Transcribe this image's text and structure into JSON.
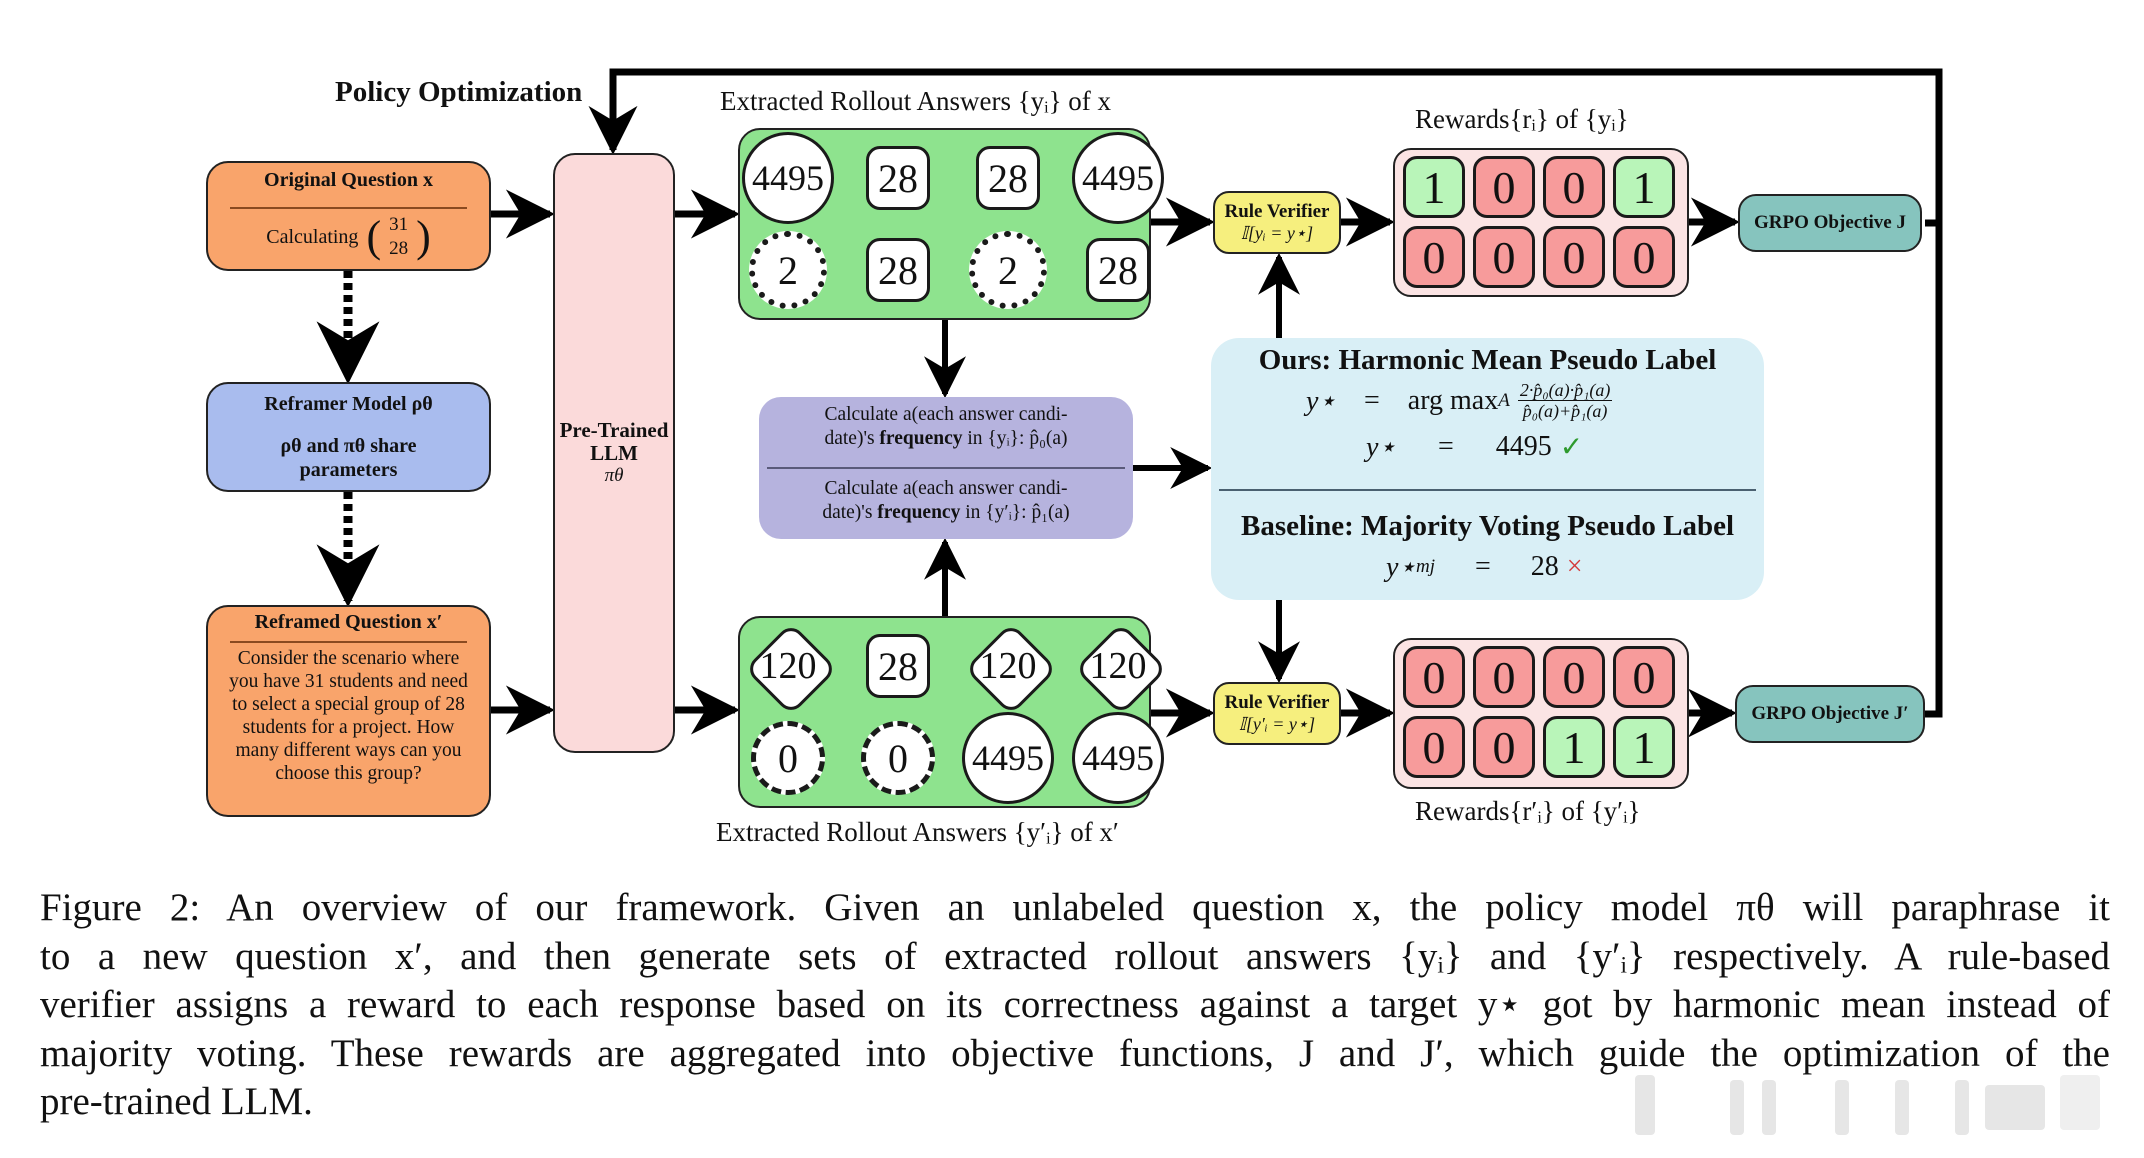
{
  "title": "Policy Optimization",
  "original_question": {
    "title": "Original Question x",
    "body": "Calculating",
    "binom_top": "31",
    "binom_bottom": "28"
  },
  "reframer": {
    "title": "Reframer Model ρθ",
    "body": "ρθ and πθ share parameters"
  },
  "reframed_question": {
    "title": "Reframed Question x′",
    "body": "Consider the scenario where you have 31 students and need to select a special group of 28 students for a project. How many different ways can you choose this group?"
  },
  "llm": {
    "line1": "Pre-Trained",
    "line2": "LLM",
    "symbol": "πθ"
  },
  "rollouts_top": {
    "label": "Extracted Rollout Answers {yᵢ} of x",
    "answers": [
      {
        "value": "4495",
        "shape": "circle"
      },
      {
        "value": "28",
        "shape": "square"
      },
      {
        "value": "28",
        "shape": "square"
      },
      {
        "value": "4495",
        "shape": "circle"
      },
      {
        "value": "2",
        "shape": "star"
      },
      {
        "value": "28",
        "shape": "square"
      },
      {
        "value": "2",
        "shape": "star"
      },
      {
        "value": "28",
        "shape": "square"
      }
    ]
  },
  "rollouts_bottom": {
    "label": "Extracted Rollout Answers {y′ᵢ} of x′",
    "answers": [
      {
        "value": "120",
        "shape": "diamond"
      },
      {
        "value": "28",
        "shape": "square"
      },
      {
        "value": "120",
        "shape": "diamond"
      },
      {
        "value": "120",
        "shape": "diamond"
      },
      {
        "value": "0",
        "shape": "gear"
      },
      {
        "value": "0",
        "shape": "gear"
      },
      {
        "value": "4495",
        "shape": "circle"
      },
      {
        "value": "4495",
        "shape": "circle"
      }
    ]
  },
  "frequency": {
    "top": "Calculate a(each answer candidate)'s frequency in {yᵢ}: p̂₀(a)",
    "top_l1": "Calculate a(each answer candi-",
    "top_l2a": "date)'s ",
    "top_l2b": "frequency",
    "top_l2c": " in {yᵢ}: p̂₀(a)",
    "bot_l1": "Calculate a(each answer candi-",
    "bot_l2a": "date)'s ",
    "bot_l2b": "frequency",
    "bot_l2c": " in {y′ᵢ}: p̂₁(a)"
  },
  "pseudo_label": {
    "ours_title": "Ours: Harmonic Mean Pseudo Label",
    "formula_lhs": "y⋆",
    "formula_eq": "=",
    "formula_rhs": "arg max",
    "formula_sub": "A",
    "formula_num": "2·p̂₀(a)·p̂₁(a)",
    "formula_den": "p̂₀(a)+p̂₁(a)",
    "result_lhs": "y⋆",
    "result_eq": "=",
    "result_value": "4495",
    "result_mark": "✓",
    "baseline_title": "Baseline: Majority Voting Pseudo Label",
    "baseline_lhs": "y⋆",
    "baseline_sub": "mj",
    "baseline_eq": "=",
    "baseline_value": "28",
    "baseline_mark": "×",
    "check_color": "#2e9a2e",
    "cross_color": "#d43a3a"
  },
  "verifier_top": {
    "title": "Rule Verifier",
    "formula": "𝕀[yᵢ = y⋆]"
  },
  "verifier_bottom": {
    "title": "Rule Verifier",
    "formula": "𝕀[y′ᵢ = y⋆]"
  },
  "rewards_top": {
    "label": "Rewards{rᵢ} of {yᵢ}",
    "values": [
      1,
      0,
      0,
      1,
      0,
      0,
      0,
      0
    ]
  },
  "rewards_bottom": {
    "label": "Rewards{r′ᵢ} of {y′ᵢ}",
    "values": [
      0,
      0,
      0,
      0,
      0,
      0,
      1,
      1
    ]
  },
  "grpo_top": {
    "label": "GRPO Objective J"
  },
  "grpo_bottom": {
    "label": "GRPO Objective J′"
  },
  "caption": [
    "Figure 2: An overview of our framework. Given an unlabeled question x, the policy model πθ will paraphrase it",
    "to a new question x′, and then generate sets of extracted rollout answers {yᵢ} and {y′ᵢ} respectively. A rule-based",
    "verifier assigns a reward to each response based on its correctness against a target y⋆ got by harmonic mean instead of",
    "majority voting. These rewards are aggregated into objective functions, J and J′, which guide the optimization of the",
    "pre-trained LLM."
  ]
}
